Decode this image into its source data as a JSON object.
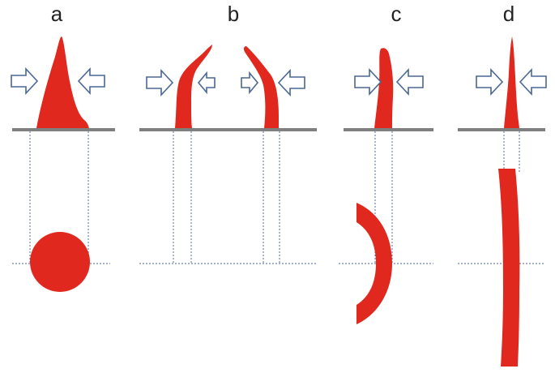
{
  "panels": [
    {
      "id": "a",
      "label": "a"
    },
    {
      "id": "b",
      "label": "b"
    },
    {
      "id": "c",
      "label": "c"
    },
    {
      "id": "d",
      "label": "d"
    }
  ],
  "colors": {
    "shape": "#e0281e",
    "arrow_outline": "#4a6794",
    "ground": "#7f7f7f",
    "guide": "#4a5f9a"
  },
  "icons": {
    "arrow": "hollow-block-arrow"
  }
}
